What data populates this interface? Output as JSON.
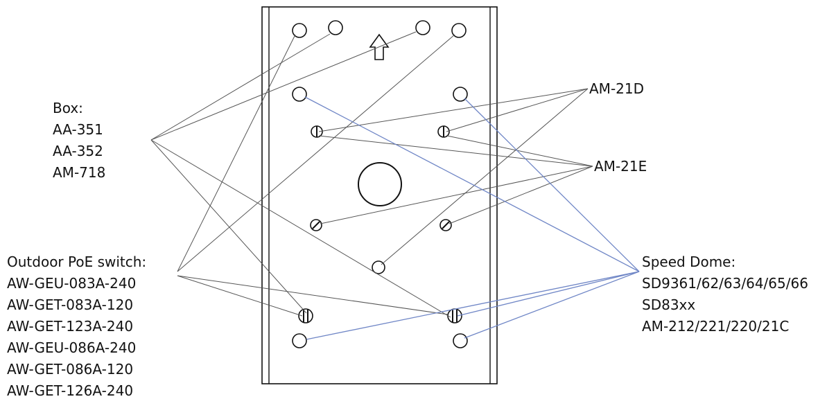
{
  "labels": {
    "box": {
      "title": "Box:",
      "items": [
        "AA-351",
        "AA-352",
        "AM-718"
      ]
    },
    "poe": {
      "title": "Outdoor PoE switch:",
      "items": [
        "AW-GEU-083A-240",
        "AW-GET-083A-120",
        "AW-GET-123A-240",
        "AW-GEU-086A-240",
        "AW-GET-086A-120",
        "AW-GET-126A-240"
      ]
    },
    "am21d": "AM-21D",
    "am21e": "AM-21E",
    "speed_dome": {
      "title": "Speed Dome:",
      "items": [
        "SD9361/62/63/64/65/66",
        "SD83xx",
        "AM-212/221/220/21C"
      ]
    }
  },
  "colors": {
    "outline": "#111111",
    "leader_line": "#555555",
    "speed_dome_leader": "#6f86c6"
  }
}
